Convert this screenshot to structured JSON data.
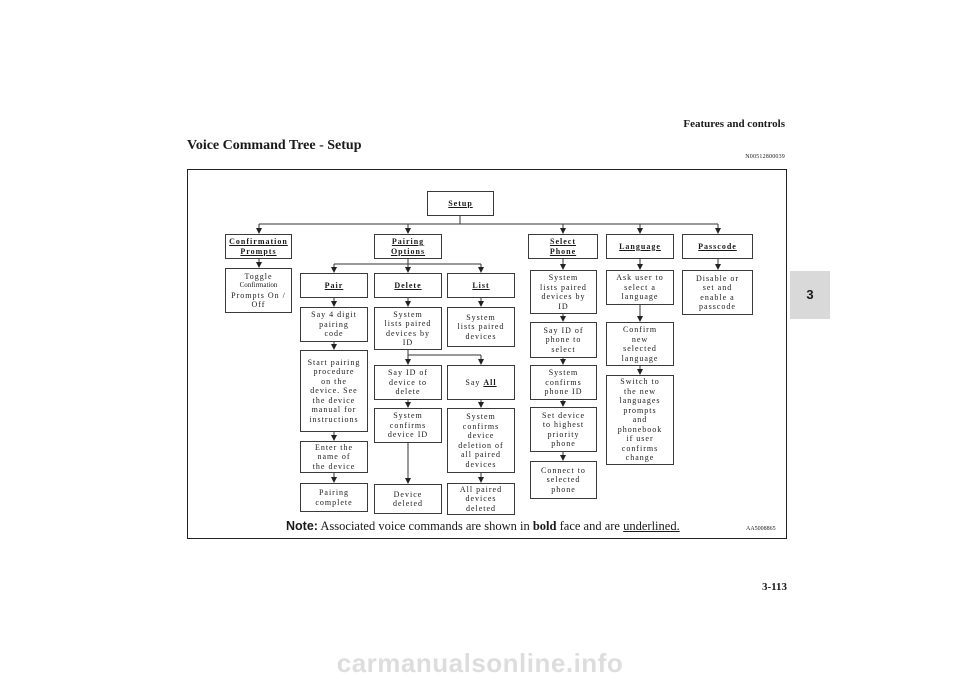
{
  "header": {
    "section": "Features and controls",
    "page_number": "3-113",
    "chapter_tab": "3"
  },
  "title": "Voice Command Tree - Setup",
  "code": "N00512800039",
  "image_id": "AA5008865",
  "tree": {
    "root": "Setup",
    "confirmation_prompts": {
      "heading": "Confirmation\nPrompts",
      "toggle": "Toggle",
      "toggle_detail": "Confirmation",
      "toggle_tail": "Prompts On /\nOff"
    },
    "pairing_options": {
      "heading": "Pairing\nOptions",
      "pair": {
        "heading": "Pair",
        "steps": [
          "Say 4 digit\npairing\ncode",
          "Start pairing\nprocedure\non the\ndevice. See\nthe device\nmanual for\ninstructions",
          "Enter the\nname of\nthe device",
          "Pairing\ncomplete"
        ]
      },
      "delete": {
        "heading": "Delete",
        "steps": [
          "System\nlists paired\ndevices by\nID",
          "Say ID of\ndevice to\ndelete",
          "System\nconfirms\ndevice ID",
          "Device\ndeleted"
        ]
      },
      "list": {
        "heading": "List",
        "steps": [
          "System\nlists paired\ndevices",
          "Say ",
          "System\nconfirms\ndevice\ndeletion of\nall paired\ndevices",
          "All paired\ndevices\ndeleted"
        ],
        "say_all_cmd": "All"
      }
    },
    "select_phone": {
      "heading": "Select\nPhone",
      "steps": [
        "System\nlists paired\ndevices by\nID",
        "Say ID of\nphone to\nselect",
        "System\nconfirms\nphone ID",
        "Set device\nto highest\npriority\nphone",
        "Connect to\nselected\nphone"
      ]
    },
    "language": {
      "heading": "Language",
      "steps": [
        "Ask user to\nselect a\nlanguage",
        "Confirm\nnew\nselected\nlanguage",
        "Switch to\nthe new\nlanguages\nprompts\nand\nphonebook\nif user\nconfirms\nchange"
      ]
    },
    "passcode": {
      "heading": "Passcode",
      "steps": [
        "Disable or\nset and\nenable a\npasscode"
      ]
    }
  },
  "note": {
    "label": "Note:",
    "part1": " Associated voice commands are shown in ",
    "bold": "bold",
    "part2": " face and are ",
    "underlined": "underlined."
  },
  "watermark": "carmanualsonline.info"
}
